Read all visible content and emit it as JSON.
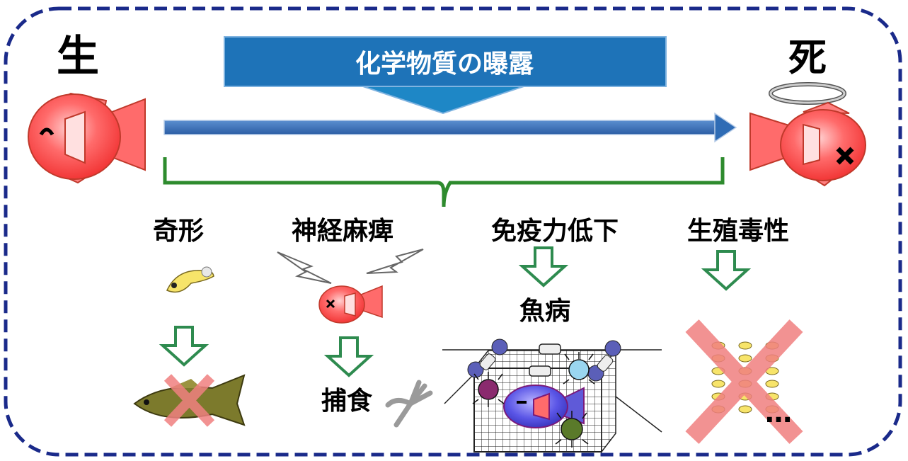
{
  "labels": {
    "life": "生",
    "death": "死",
    "exposure": "化学物質の曝露",
    "teratogenicity": "奇形",
    "nerve_paralysis": "神経麻痺",
    "predation": "捕食",
    "immunosuppression": "免疫力低下",
    "fish_disease": "魚病",
    "reproductive_toxicity": "生殖毒性",
    "ellipsis": "…"
  },
  "colors": {
    "frame_border": "#1a2a8a",
    "banner": "#1e73b8",
    "banner_arrow": "#1a8ac0",
    "timeline_arrow": "#2f6cb5",
    "brace": "#2e8b2e",
    "down_arrow": "#2e8b4f",
    "fish_red": "#ff4b4b",
    "cross": "#f08080"
  },
  "icons": [
    "smiling-fish-icon",
    "dead-fish-icon",
    "halo-icon",
    "larva-icon",
    "medaka-fish-icon",
    "paralyzed-fish-icon",
    "lightning-icon",
    "fork-icon",
    "net-cage-icon",
    "bacteria-icon",
    "egg-cluster-icon",
    "red-cross-icon",
    "down-arrow-icon"
  ]
}
